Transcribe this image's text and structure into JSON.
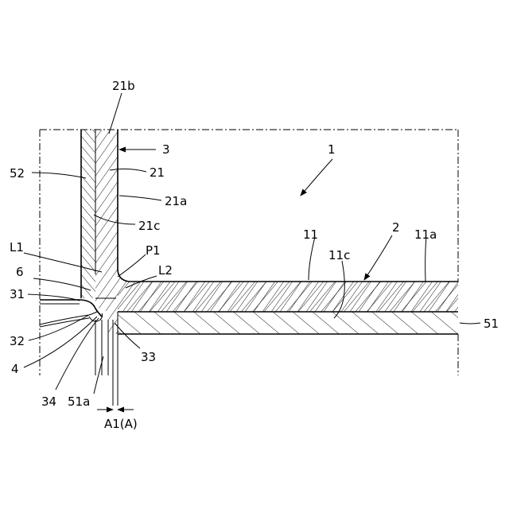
{
  "labels": {
    "l_21b": "21b",
    "l_3": "3",
    "l_1": "1",
    "l_52": "52",
    "l_21": "21",
    "l_21a": "21a",
    "l_21c": "21c",
    "l_11": "11",
    "l_2": "2",
    "l_11a": "11a",
    "l_L1": "L1",
    "l_P1": "P1",
    "l_11c": "11c",
    "l_6": "6",
    "l_L2": "L2",
    "l_31": "31",
    "l_51": "51",
    "l_32": "32",
    "l_33": "33",
    "l_4": "4",
    "l_34": "34",
    "l_51a": "51a",
    "l_A1": "A1(A)"
  }
}
